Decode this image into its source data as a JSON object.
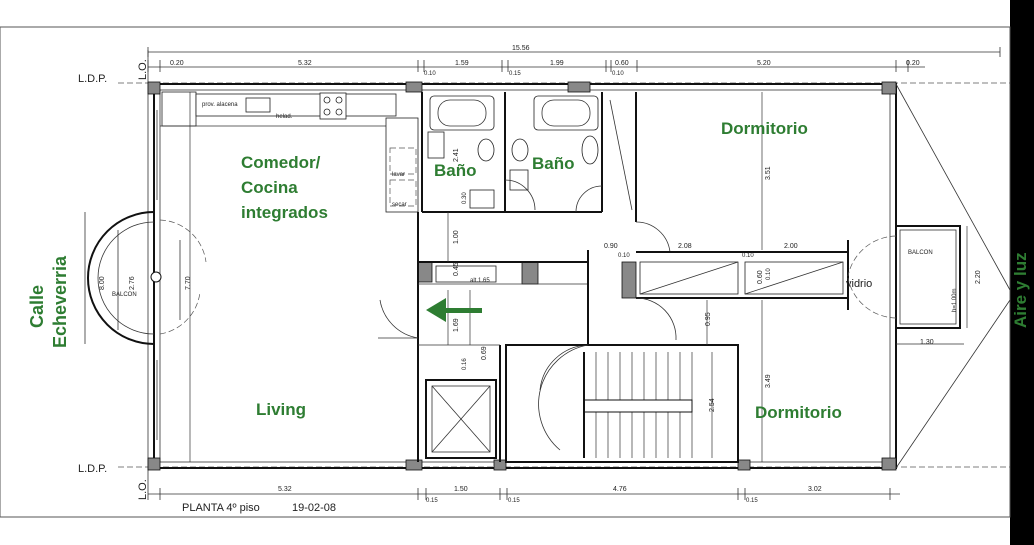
{
  "title": "PLANTA 4º piso",
  "date": "19-02-08",
  "rooms": {
    "comedor_line1": "Comedor/",
    "comedor_line2": "Cocina",
    "comedor_line3": "integrados",
    "bano1": "Baño",
    "bano2": "Baño",
    "dormitorio_top": "Dormitorio",
    "dormitorio_bottom": "Dormitorio",
    "living": "Living"
  },
  "street": {
    "line1": "Calle",
    "line2": "Echeverria"
  },
  "side_label": "Aire y luz",
  "labels": {
    "ldp_top": "L.D.P.",
    "ldp_bottom": "L.D.P.",
    "lo_top": "L.O.",
    "lo_bottom": "L.O.",
    "balcon_left": "BALCON",
    "balcon_right": "BALCON",
    "vidrio": "vidrio",
    "prov_alacena": "prov. alacena",
    "lavar": "lavar",
    "secar": "secar",
    "heladera": "helad."
  },
  "dims_top": {
    "overall": "15.56",
    "d1": "0.20",
    "d2": "5.32",
    "d3": "1.59",
    "d4": "1.99",
    "d5": "0.60",
    "d6": "5.20",
    "d7": "0.20",
    "s1": "0.10",
    "s2": "0.15",
    "s3": "0.10"
  },
  "dims_bottom": {
    "b1": "5.32",
    "b2": "1.50",
    "b3": "4.76",
    "b4": "3.02",
    "s1": "0.15",
    "s2": "0.15",
    "s3": "0.15"
  },
  "dims_inner": {
    "h_241": "2.41",
    "h_100": "1.00",
    "h_045": "0.45",
    "h_030": "0.30",
    "h_169": "1.69",
    "h_069": "0.69",
    "h_016": "0.16",
    "h_351": "3.51",
    "h_349": "3.49",
    "h_254": "2.54",
    "h_095": "0.95",
    "h_060": "0.60",
    "h_010": "0.10",
    "h_220": "2.20",
    "h_100b": "h=1.00m",
    "w_090": "0.90",
    "w_208": "2.08",
    "w_200": "2.00",
    "w_010a": "0.10",
    "w_010b": "0.10",
    "w_130": "1.30",
    "w_276": "2.76",
    "w_800": "8.00",
    "w_770": "7.70",
    "alt": "alt.1.65"
  },
  "colors": {
    "room_label": "#2e7d32",
    "arrow": "#2e7d32"
  }
}
